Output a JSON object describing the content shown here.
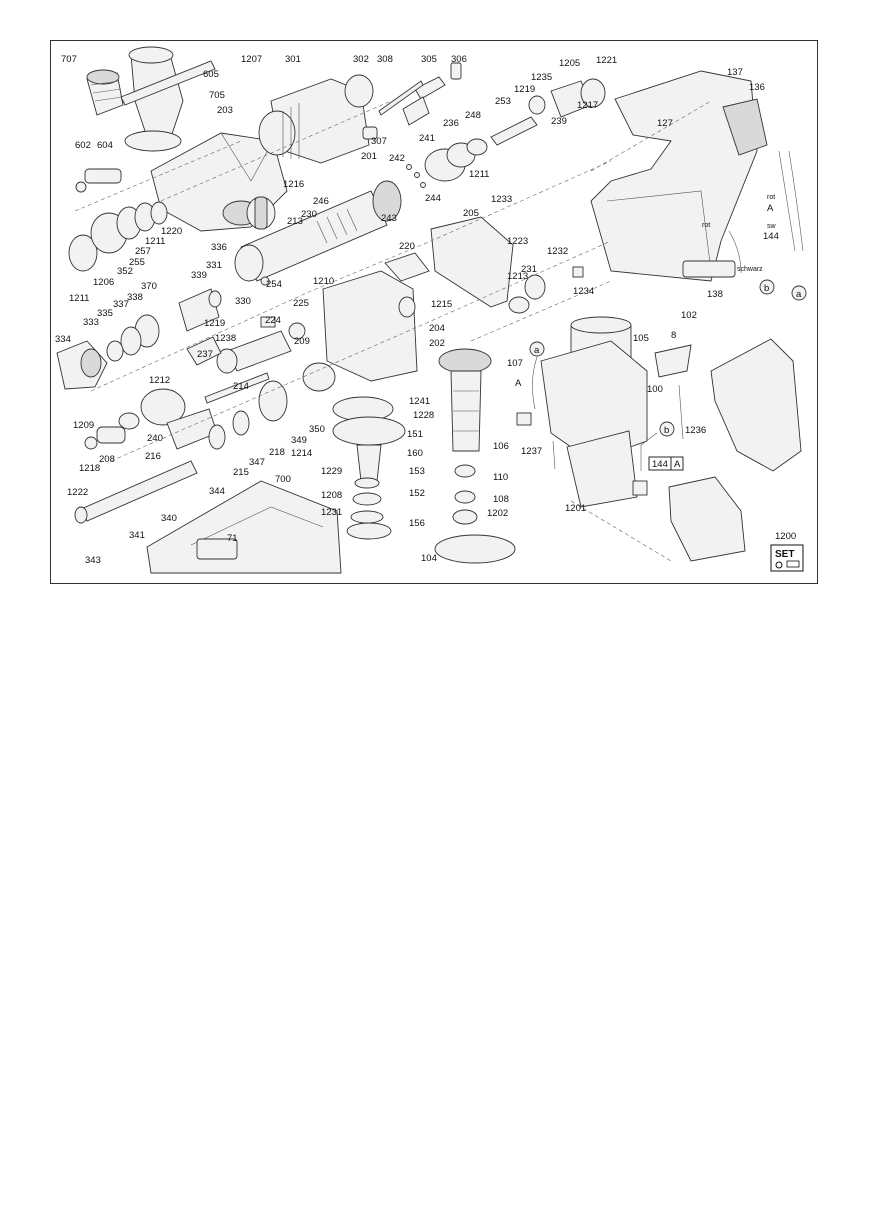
{
  "parts": [
    {
      "id": "p707",
      "label": "707"
    },
    {
      "id": "p605",
      "label": "605"
    },
    {
      "id": "p705",
      "label": "705"
    },
    {
      "id": "p203",
      "label": "203"
    },
    {
      "id": "p602",
      "label": "602"
    },
    {
      "id": "p604",
      "label": "604"
    },
    {
      "id": "p1207",
      "label": "1207"
    },
    {
      "id": "p301",
      "label": "301"
    },
    {
      "id": "p302",
      "label": "302"
    },
    {
      "id": "p308",
      "label": "308"
    },
    {
      "id": "p305",
      "label": "305"
    },
    {
      "id": "p306",
      "label": "306"
    },
    {
      "id": "p1205",
      "label": "1205"
    },
    {
      "id": "p1221",
      "label": "1221"
    },
    {
      "id": "p1235",
      "label": "1235"
    },
    {
      "id": "p1219a",
      "label": "1219"
    },
    {
      "id": "p253",
      "label": "253"
    },
    {
      "id": "p248",
      "label": "248"
    },
    {
      "id": "p236",
      "label": "236"
    },
    {
      "id": "p241",
      "label": "241"
    },
    {
      "id": "p307",
      "label": "307"
    },
    {
      "id": "p201",
      "label": "201"
    },
    {
      "id": "p242",
      "label": "242"
    },
    {
      "id": "p239",
      "label": "239"
    },
    {
      "id": "p1217",
      "label": "1217"
    },
    {
      "id": "p1211a",
      "label": "1211"
    },
    {
      "id": "p137",
      "label": "137"
    },
    {
      "id": "p136",
      "label": "136"
    },
    {
      "id": "p127",
      "label": "127"
    },
    {
      "id": "p1216",
      "label": "1216"
    },
    {
      "id": "p246",
      "label": "246"
    },
    {
      "id": "p244",
      "label": "244"
    },
    {
      "id": "p243",
      "label": "243"
    },
    {
      "id": "p230",
      "label": "230"
    },
    {
      "id": "p213",
      "label": "213"
    },
    {
      "id": "p1220",
      "label": "1220"
    },
    {
      "id": "p1211b",
      "label": "1211"
    },
    {
      "id": "p257",
      "label": "257"
    },
    {
      "id": "p255",
      "label": "255"
    },
    {
      "id": "p352",
      "label": "352"
    },
    {
      "id": "p1206",
      "label": "1206"
    },
    {
      "id": "p1211c",
      "label": "1211"
    },
    {
      "id": "p205",
      "label": "205"
    },
    {
      "id": "p1233",
      "label": "1233"
    },
    {
      "id": "p1223",
      "label": "1223"
    },
    {
      "id": "p220",
      "label": "220"
    },
    {
      "id": "p1232",
      "label": "1232"
    },
    {
      "id": "p231",
      "label": "231"
    },
    {
      "id": "p1213",
      "label": "1213"
    },
    {
      "id": "p1234",
      "label": "1234"
    },
    {
      "id": "p336",
      "label": "336"
    },
    {
      "id": "p254",
      "label": "254"
    },
    {
      "id": "p1210",
      "label": "1210"
    },
    {
      "id": "p1215",
      "label": "1215"
    },
    {
      "id": "p339",
      "label": "339"
    },
    {
      "id": "p331",
      "label": "331"
    },
    {
      "id": "p370",
      "label": "370"
    },
    {
      "id": "p338",
      "label": "338"
    },
    {
      "id": "p337",
      "label": "337"
    },
    {
      "id": "p335",
      "label": "335"
    },
    {
      "id": "p333",
      "label": "333"
    },
    {
      "id": "p330",
      "label": "330"
    },
    {
      "id": "p1219b",
      "label": "1219"
    },
    {
      "id": "p225",
      "label": "225"
    },
    {
      "id": "p224",
      "label": "224"
    },
    {
      "id": "p204",
      "label": "204"
    },
    {
      "id": "p334",
      "label": "334"
    },
    {
      "id": "p1238",
      "label": "1238"
    },
    {
      "id": "p209",
      "label": "209"
    },
    {
      "id": "p202",
      "label": "202"
    },
    {
      "id": "p237",
      "label": "237"
    },
    {
      "id": "p1212",
      "label": "1212"
    },
    {
      "id": "p214",
      "label": "214"
    },
    {
      "id": "p138",
      "label": "138"
    },
    {
      "id": "p102",
      "label": "102"
    },
    {
      "id": "p105",
      "label": "105"
    },
    {
      "id": "p8",
      "label": "8"
    },
    {
      "id": "p107",
      "label": "107"
    },
    {
      "id": "p100",
      "label": "100"
    },
    {
      "id": "p1209",
      "label": "1209"
    },
    {
      "id": "p240",
      "label": "240"
    },
    {
      "id": "p1241",
      "label": "1241"
    },
    {
      "id": "p1228",
      "label": "1228"
    },
    {
      "id": "p350",
      "label": "350"
    },
    {
      "id": "p349",
      "label": "349"
    },
    {
      "id": "p218",
      "label": "218"
    },
    {
      "id": "p347",
      "label": "347"
    },
    {
      "id": "p215",
      "label": "215"
    },
    {
      "id": "p151",
      "label": "151"
    },
    {
      "id": "p1214",
      "label": "1214"
    },
    {
      "id": "p160",
      "label": "160"
    },
    {
      "id": "p106",
      "label": "106"
    },
    {
      "id": "p1236",
      "label": "1236"
    },
    {
      "id": "p1237",
      "label": "1237"
    },
    {
      "id": "p1218",
      "label": "1218"
    },
    {
      "id": "p208",
      "label": "208"
    },
    {
      "id": "p216",
      "label": "216"
    },
    {
      "id": "p344",
      "label": "344"
    },
    {
      "id": "p1229",
      "label": "1229"
    },
    {
      "id": "p153",
      "label": "153"
    },
    {
      "id": "p110",
      "label": "110"
    },
    {
      "id": "p1222",
      "label": "1222"
    },
    {
      "id": "p700",
      "label": "700"
    },
    {
      "id": "p1208",
      "label": "1208"
    },
    {
      "id": "p152",
      "label": "152"
    },
    {
      "id": "p108",
      "label": "108"
    },
    {
      "id": "p1201",
      "label": "1201"
    },
    {
      "id": "p340",
      "label": "340"
    },
    {
      "id": "p1231",
      "label": "1231"
    },
    {
      "id": "p1202",
      "label": "1202"
    },
    {
      "id": "p341",
      "label": "341"
    },
    {
      "id": "p156",
      "label": "156"
    },
    {
      "id": "p71",
      "label": "71"
    },
    {
      "id": "p104",
      "label": "104"
    },
    {
      "id": "p343",
      "label": "343"
    },
    {
      "id": "p1200",
      "label": "1200"
    }
  ],
  "wire_labels": {
    "rot_top": "rot",
    "a_upper": "A",
    "sw": "sw",
    "n144": "144",
    "rot_left": "rot",
    "schwarz": "schwarz",
    "a_mid": "A",
    "box144": "144",
    "boxA": "A"
  },
  "connectors": {
    "a1": "a",
    "b1": "b",
    "a2": "a",
    "b2": "b"
  },
  "set_badge": "SET"
}
